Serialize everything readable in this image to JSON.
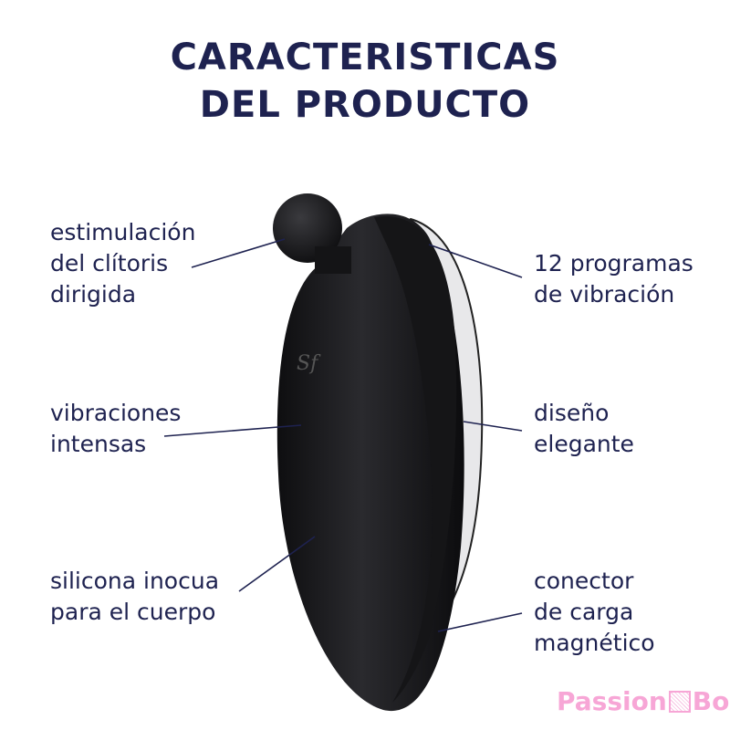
{
  "title": {
    "line1": "CARACTERISTICAS",
    "line2": "DEL PRODUCTO"
  },
  "features": {
    "clitoris": [
      "estimulación",
      "del clítoris",
      "dirigida"
    ],
    "programs": [
      "12 programas",
      "de vibración"
    ],
    "vibrations": [
      "vibraciones",
      "intensas"
    ],
    "design": [
      "diseño",
      "elegante"
    ],
    "silicone": [
      "silicona inocua",
      "para el cuerpo"
    ],
    "charger": [
      "conector",
      "de carga",
      "magnético"
    ]
  },
  "logo": {
    "text_left": "Passion",
    "text_right": "Box"
  },
  "colors": {
    "text": "#1e2250",
    "logo": "#f7a6d6",
    "product": "#1c1c1e"
  }
}
